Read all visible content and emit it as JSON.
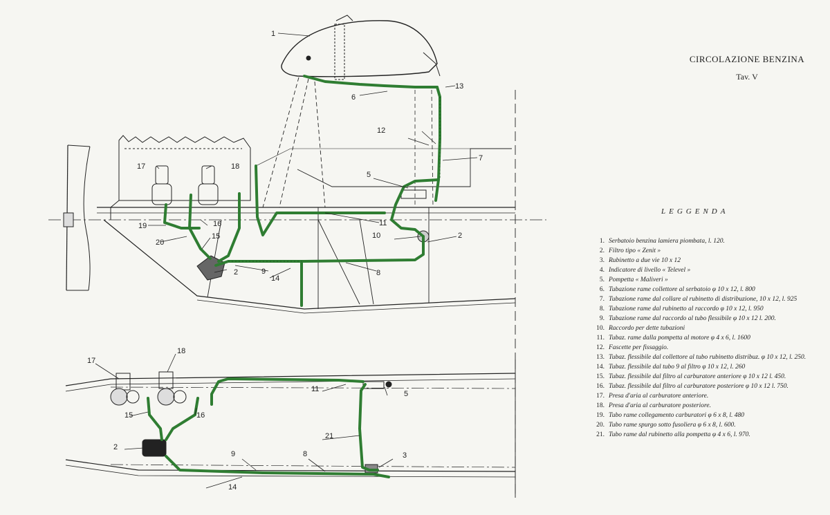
{
  "title": "CIRCOLAZIONE BENZINA",
  "subtitle": "Tav. V",
  "legend_heading": "LEGGENDA",
  "legend": [
    {
      "num": "1.",
      "text": "Serbatoio benzina lamiera piombata, l. 120."
    },
    {
      "num": "2.",
      "text": "Filtro tipo « Zenit »"
    },
    {
      "num": "3.",
      "text": "Rubinetto a due vie 10 x 12"
    },
    {
      "num": "4.",
      "text": "Indicatore di livello « Televel »"
    },
    {
      "num": "5.",
      "text": "Pompetta « Maliveri »"
    },
    {
      "num": "6.",
      "text": "Tubazione rame collettore al serbatoio φ 10 x 12, l. 800"
    },
    {
      "num": "7.",
      "text": "Tubazione rame dal collare al rubinetto di distribuzione, 10 x 12, l. 925"
    },
    {
      "num": "8.",
      "text": "Tubazione rame dal rubinetto al raccordo φ 10 x 12, l. 950"
    },
    {
      "num": "9.",
      "text": "Tubazione rame dal raccordo al tubo flessibile φ 10 x 12 l. 200."
    },
    {
      "num": "10.",
      "text": "Raccordo per dette tubazioni"
    },
    {
      "num": "11.",
      "text": "Tubaz. rame dalla pompetta al motore φ 4 x 6, l. 1600"
    },
    {
      "num": "12.",
      "text": "Fascette per fissaggio."
    },
    {
      "num": "13.",
      "text": "Tubaz. flessibile dal collettore al tubo rubinetto distribuz. φ 10 x 12, l. 250."
    },
    {
      "num": "14.",
      "text": "Tubaz. flessibile dal tubo 9 al filtro φ 10 x 12, l. 260"
    },
    {
      "num": "15.",
      "text": "Tubaz. flessibile dal filtro al carburatore anteriore φ 10 x 12 l. 450."
    },
    {
      "num": "16.",
      "text": "Tubaz. flessibile dal filtro al carburatore posteriore φ 10 x 12 l. 750."
    },
    {
      "num": "17.",
      "text": "Presa d'aria al carburatore anteriore."
    },
    {
      "num": "18.",
      "text": "Presa d'aria al carburatore posteriore."
    },
    {
      "num": "19.",
      "text": "Tubo rame collegamento carburatori φ 6 x 8, l. 480"
    },
    {
      "num": "20.",
      "text": "Tubo rame spurgo sotto fusoliera φ 6 x 8, l. 600."
    },
    {
      "num": "21.",
      "text": "Tubo rame dal rubinetto alla pompetta φ 4 x 6, l. 970."
    }
  ],
  "callouts": [
    "1",
    "2",
    "3",
    "5",
    "6",
    "7",
    "8",
    "9",
    "10",
    "11",
    "12",
    "13",
    "14",
    "15",
    "16",
    "17",
    "18",
    "19",
    "20",
    "21"
  ],
  "colors": {
    "pipe": "#2f7d32",
    "pipe_dark": "#1b5e20",
    "ink": "#222222",
    "paper": "#f6f6f2"
  }
}
